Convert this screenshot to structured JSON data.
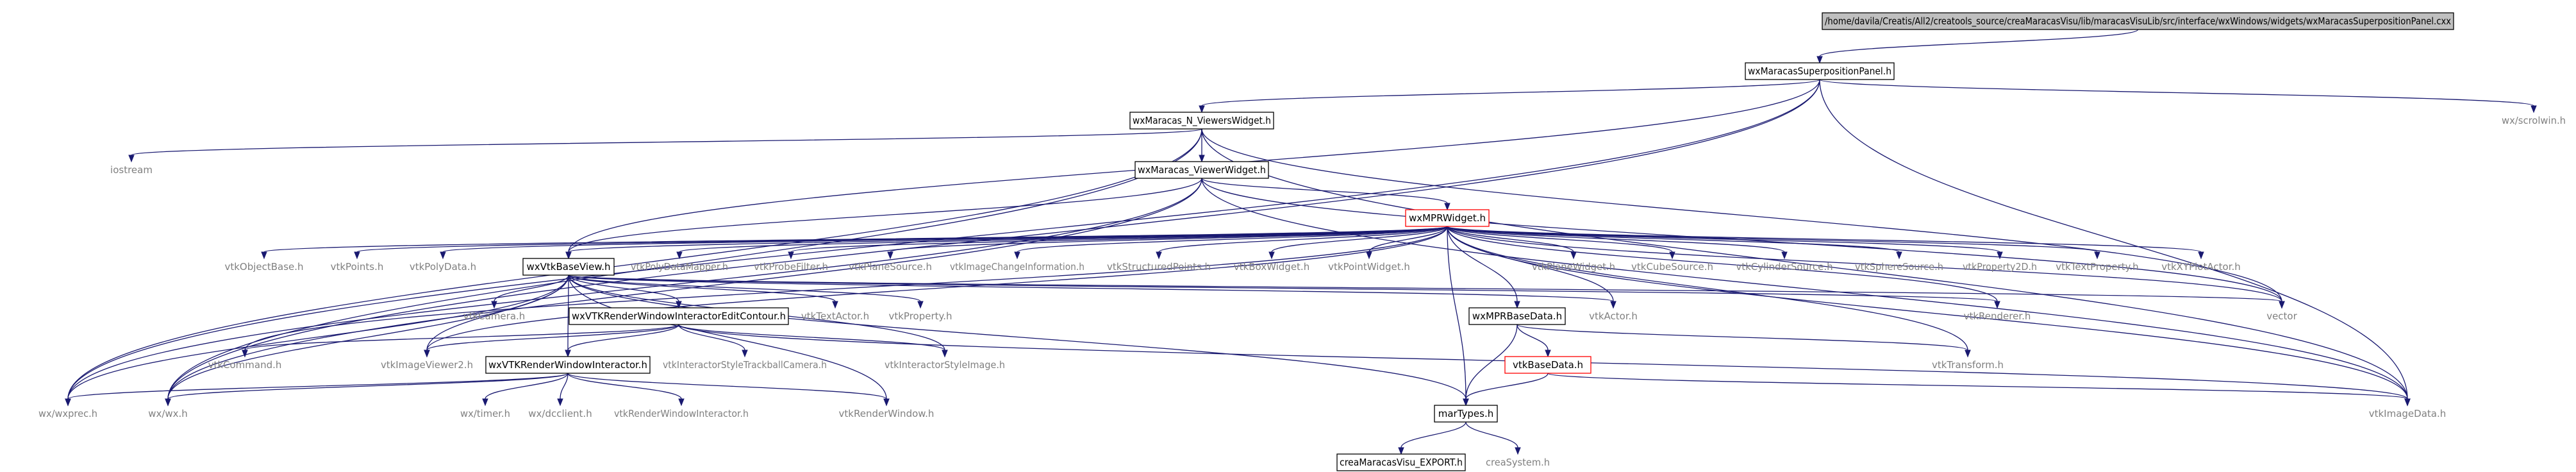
{
  "graph": {
    "nodes": [
      {
        "id": "root",
        "label": "/home/davila/Creatis/All2/creatools_source/creaMaracasVisu/lib/maracasVisuLib/src/interface/wxWindows/widgets/wxMaracasSuperpositionPanel.cxx",
        "style": "root"
      },
      {
        "id": "superpos",
        "label": "wxMaracasSuperpositionPanel.h",
        "style": "box"
      },
      {
        "id": "nviewers",
        "label": "wxMaracas_N_ViewersWidget.h",
        "style": "box"
      },
      {
        "id": "scrolwin",
        "label": "wx/scrolwin.h",
        "style": "gray"
      },
      {
        "id": "iostream",
        "label": "iostream",
        "style": "gray"
      },
      {
        "id": "viewer",
        "label": "wxMaracas_ViewerWidget.h",
        "style": "box"
      },
      {
        "id": "mpr",
        "label": "wxMPRWidget.h",
        "style": "red"
      },
      {
        "id": "objbase",
        "label": "vtkObjectBase.h",
        "style": "gray"
      },
      {
        "id": "points",
        "label": "vtkPoints.h",
        "style": "gray"
      },
      {
        "id": "polydata",
        "label": "vtkPolyData.h",
        "style": "gray"
      },
      {
        "id": "basev",
        "label": "wxVtkBaseView.h",
        "style": "box"
      },
      {
        "id": "pdmapper",
        "label": "vtkPolyDataMapper.h",
        "style": "gray"
      },
      {
        "id": "probe",
        "label": "vtkProbeFilter.h",
        "style": "gray"
      },
      {
        "id": "plane",
        "label": "vtkPlaneSource.h",
        "style": "gray"
      },
      {
        "id": "imgchange",
        "label": "vtkImageChangeInformation.h",
        "style": "gray"
      },
      {
        "id": "structpts",
        "label": "vtkStructuredPoints.h",
        "style": "gray"
      },
      {
        "id": "boxw",
        "label": "vtkBoxWidget.h",
        "style": "gray"
      },
      {
        "id": "pointw",
        "label": "vtkPointWidget.h",
        "style": "gray"
      },
      {
        "id": "planew",
        "label": "vtkPlaneWidget.h",
        "style": "gray"
      },
      {
        "id": "cube",
        "label": "vtkCubeSource.h",
        "style": "gray"
      },
      {
        "id": "cyl",
        "label": "vtkCylinderSource.h",
        "style": "gray"
      },
      {
        "id": "sphere",
        "label": "vtkSphereSource.h",
        "style": "gray"
      },
      {
        "id": "prop2d",
        "label": "vtkProperty2D.h",
        "style": "gray"
      },
      {
        "id": "textprop",
        "label": "vtkTextProperty.h",
        "style": "gray"
      },
      {
        "id": "xyplot",
        "label": "vtkXYPlotActor.h",
        "style": "gray"
      },
      {
        "id": "camera",
        "label": "vtkCamera.h",
        "style": "gray"
      },
      {
        "id": "rwiec",
        "label": "wxVTKRenderWindowInteractorEditContour.h",
        "style": "box"
      },
      {
        "id": "textactor",
        "label": "vtkTextActor.h",
        "style": "gray"
      },
      {
        "id": "property",
        "label": "vtkProperty.h",
        "style": "gray"
      },
      {
        "id": "mprbase",
        "label": "wxMPRBaseData.h",
        "style": "box"
      },
      {
        "id": "actor",
        "label": "vtkActor.h",
        "style": "gray"
      },
      {
        "id": "renderer",
        "label": "vtkRenderer.h",
        "style": "gray"
      },
      {
        "id": "vector",
        "label": "vector",
        "style": "gray"
      },
      {
        "id": "command",
        "label": "vtkCommand.h",
        "style": "gray"
      },
      {
        "id": "imgviewer2",
        "label": "vtkImageViewer2.h",
        "style": "gray"
      },
      {
        "id": "rwi",
        "label": "wxVTKRenderWindowInteractor.h",
        "style": "box"
      },
      {
        "id": "istc",
        "label": "vtkInteractorStyleTrackballCamera.h",
        "style": "gray"
      },
      {
        "id": "isimage",
        "label": "vtkInteractorStyleImage.h",
        "style": "gray"
      },
      {
        "id": "transform",
        "label": "vtkTransform.h",
        "style": "gray"
      },
      {
        "id": "basedata",
        "label": "vtkBaseData.h",
        "style": "red"
      },
      {
        "id": "wxprec",
        "label": "wx/wxprec.h",
        "style": "gray"
      },
      {
        "id": "wxwx",
        "label": "wx/wx.h",
        "style": "gray"
      },
      {
        "id": "timer",
        "label": "wx/timer.h",
        "style": "gray"
      },
      {
        "id": "dcclient",
        "label": "wx/dcclient.h",
        "style": "gray"
      },
      {
        "id": "vtkrwi",
        "label": "vtkRenderWindowInteractor.h",
        "style": "gray"
      },
      {
        "id": "renderwin",
        "label": "vtkRenderWindow.h",
        "style": "gray"
      },
      {
        "id": "martypes",
        "label": "marTypes.h",
        "style": "box"
      },
      {
        "id": "imagedata",
        "label": "vtkImageData.h",
        "style": "gray"
      },
      {
        "id": "export",
        "label": "creaMaracasVisu_EXPORT.h",
        "style": "box"
      },
      {
        "id": "creasystem",
        "label": "creaSystem.h",
        "style": "gray"
      }
    ],
    "edges": [
      [
        "root",
        "superpos"
      ],
      [
        "superpos",
        "nviewers"
      ],
      [
        "superpos",
        "scrolwin"
      ],
      [
        "superpos",
        "wxprec"
      ],
      [
        "superpos",
        "wxwx"
      ],
      [
        "superpos",
        "basev"
      ],
      [
        "superpos",
        "imagedata"
      ],
      [
        "nviewers",
        "iostream"
      ],
      [
        "nviewers",
        "viewer"
      ],
      [
        "nviewers",
        "wxprec"
      ],
      [
        "nviewers",
        "wxwx"
      ],
      [
        "nviewers",
        "vector"
      ],
      [
        "nviewers",
        "imagedata"
      ],
      [
        "viewer",
        "mpr"
      ],
      [
        "viewer",
        "wxprec"
      ],
      [
        "viewer",
        "wxwx"
      ],
      [
        "viewer",
        "basev"
      ],
      [
        "viewer",
        "vector"
      ],
      [
        "viewer",
        "imagedata"
      ],
      [
        "mpr",
        "objbase"
      ],
      [
        "mpr",
        "points"
      ],
      [
        "mpr",
        "polydata"
      ],
      [
        "mpr",
        "basev"
      ],
      [
        "mpr",
        "pdmapper"
      ],
      [
        "mpr",
        "probe"
      ],
      [
        "mpr",
        "plane"
      ],
      [
        "mpr",
        "imgchange"
      ],
      [
        "mpr",
        "structpts"
      ],
      [
        "mpr",
        "boxw"
      ],
      [
        "mpr",
        "pointw"
      ],
      [
        "mpr",
        "planew"
      ],
      [
        "mpr",
        "cube"
      ],
      [
        "mpr",
        "cyl"
      ],
      [
        "mpr",
        "sphere"
      ],
      [
        "mpr",
        "prop2d"
      ],
      [
        "mpr",
        "textprop"
      ],
      [
        "mpr",
        "xyplot"
      ],
      [
        "mpr",
        "mprbase"
      ],
      [
        "mpr",
        "actor"
      ],
      [
        "mpr",
        "renderer"
      ],
      [
        "mpr",
        "vector"
      ],
      [
        "mpr",
        "command"
      ],
      [
        "mpr",
        "imgviewer2"
      ],
      [
        "mpr",
        "martypes"
      ],
      [
        "mpr",
        "imagedata"
      ],
      [
        "mpr",
        "transform"
      ],
      [
        "basev",
        "camera"
      ],
      [
        "basev",
        "rwiec"
      ],
      [
        "basev",
        "textactor"
      ],
      [
        "basev",
        "property"
      ],
      [
        "basev",
        "actor"
      ],
      [
        "basev",
        "renderer"
      ],
      [
        "basev",
        "vector"
      ],
      [
        "basev",
        "imgviewer2"
      ],
      [
        "basev",
        "rwi"
      ],
      [
        "basev",
        "wxprec"
      ],
      [
        "basev",
        "wxwx"
      ],
      [
        "basev",
        "renderwin"
      ],
      [
        "basev",
        "martypes"
      ],
      [
        "basev",
        "isimage"
      ],
      [
        "rwiec",
        "rwi"
      ],
      [
        "rwiec",
        "istc"
      ],
      [
        "rwiec",
        "isimage"
      ],
      [
        "rwiec",
        "command"
      ],
      [
        "rwiec",
        "imgviewer2"
      ],
      [
        "rwiec",
        "imagedata"
      ],
      [
        "rwi",
        "wxprec"
      ],
      [
        "rwi",
        "wxwx"
      ],
      [
        "rwi",
        "timer"
      ],
      [
        "rwi",
        "dcclient"
      ],
      [
        "rwi",
        "vtkrwi"
      ],
      [
        "rwi",
        "renderwin"
      ],
      [
        "mprbase",
        "basedata"
      ],
      [
        "mprbase",
        "martypes"
      ],
      [
        "mprbase",
        "transform"
      ],
      [
        "basedata",
        "martypes"
      ],
      [
        "basedata",
        "imagedata"
      ],
      [
        "martypes",
        "export"
      ],
      [
        "martypes",
        "creasystem"
      ]
    ]
  }
}
